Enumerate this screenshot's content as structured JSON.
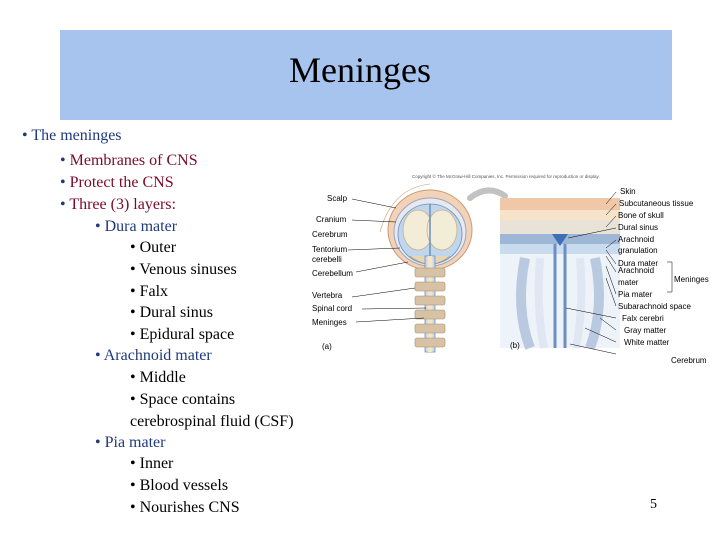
{
  "title": "Meninges",
  "bullets": [
    {
      "text": "The meninges"
    },
    {
      "text": "Membranes of CNS"
    },
    {
      "text": "Protect the CNS"
    },
    {
      "text": "Three (3) layers:"
    },
    {
      "text": "Dura mater"
    },
    {
      "text": "Outer"
    },
    {
      "text": "Venous sinuses"
    },
    {
      "text": "Falx"
    },
    {
      "text": "Dural sinus"
    },
    {
      "text": "Epidural space"
    },
    {
      "text": "Arachnoid mater"
    },
    {
      "text": "Middle"
    },
    {
      "text": "Space contains"
    },
    {
      "text": "cerebrospinal fluid (CSF)"
    },
    {
      "text": "Pia mater"
    },
    {
      "text": "Inner"
    },
    {
      "text": "Blood vessels"
    },
    {
      "text": "Nourishes CNS"
    }
  ],
  "bullet_glyph": "•",
  "figure": {
    "copyright": "Copyright © The McGraw-Hill Companies, Inc. Permission required for reproduction or display.",
    "left_labels": [
      "Scalp",
      "Cranium",
      "Cerebrum",
      "Tentorium",
      "cerebelli",
      "Cerebellum",
      "Vertebra",
      "Spinal cord",
      "Meninges"
    ],
    "panel_a": "(a)",
    "panel_b": "(b)",
    "right_labels": [
      "Skin",
      "Subcutaneous tissue",
      "Bone of skull",
      "Dural sinus",
      "Arachnoid",
      "granulation",
      "Dura mater",
      "Arachnoid",
      "mater",
      "Pia mater",
      "Subarachnoid space",
      "Falx cerebri",
      "Gray matter",
      "White matter",
      "Cerebrum"
    ],
    "meninges_brace": "Meninges"
  },
  "page_number": "5",
  "colors": {
    "title_bar": "#a7c4ee",
    "level1_text": "#1f3a7a",
    "level2_text": "#7a0a2a",
    "level3_text": "#1f3a7a",
    "level4_text": "#000000"
  }
}
